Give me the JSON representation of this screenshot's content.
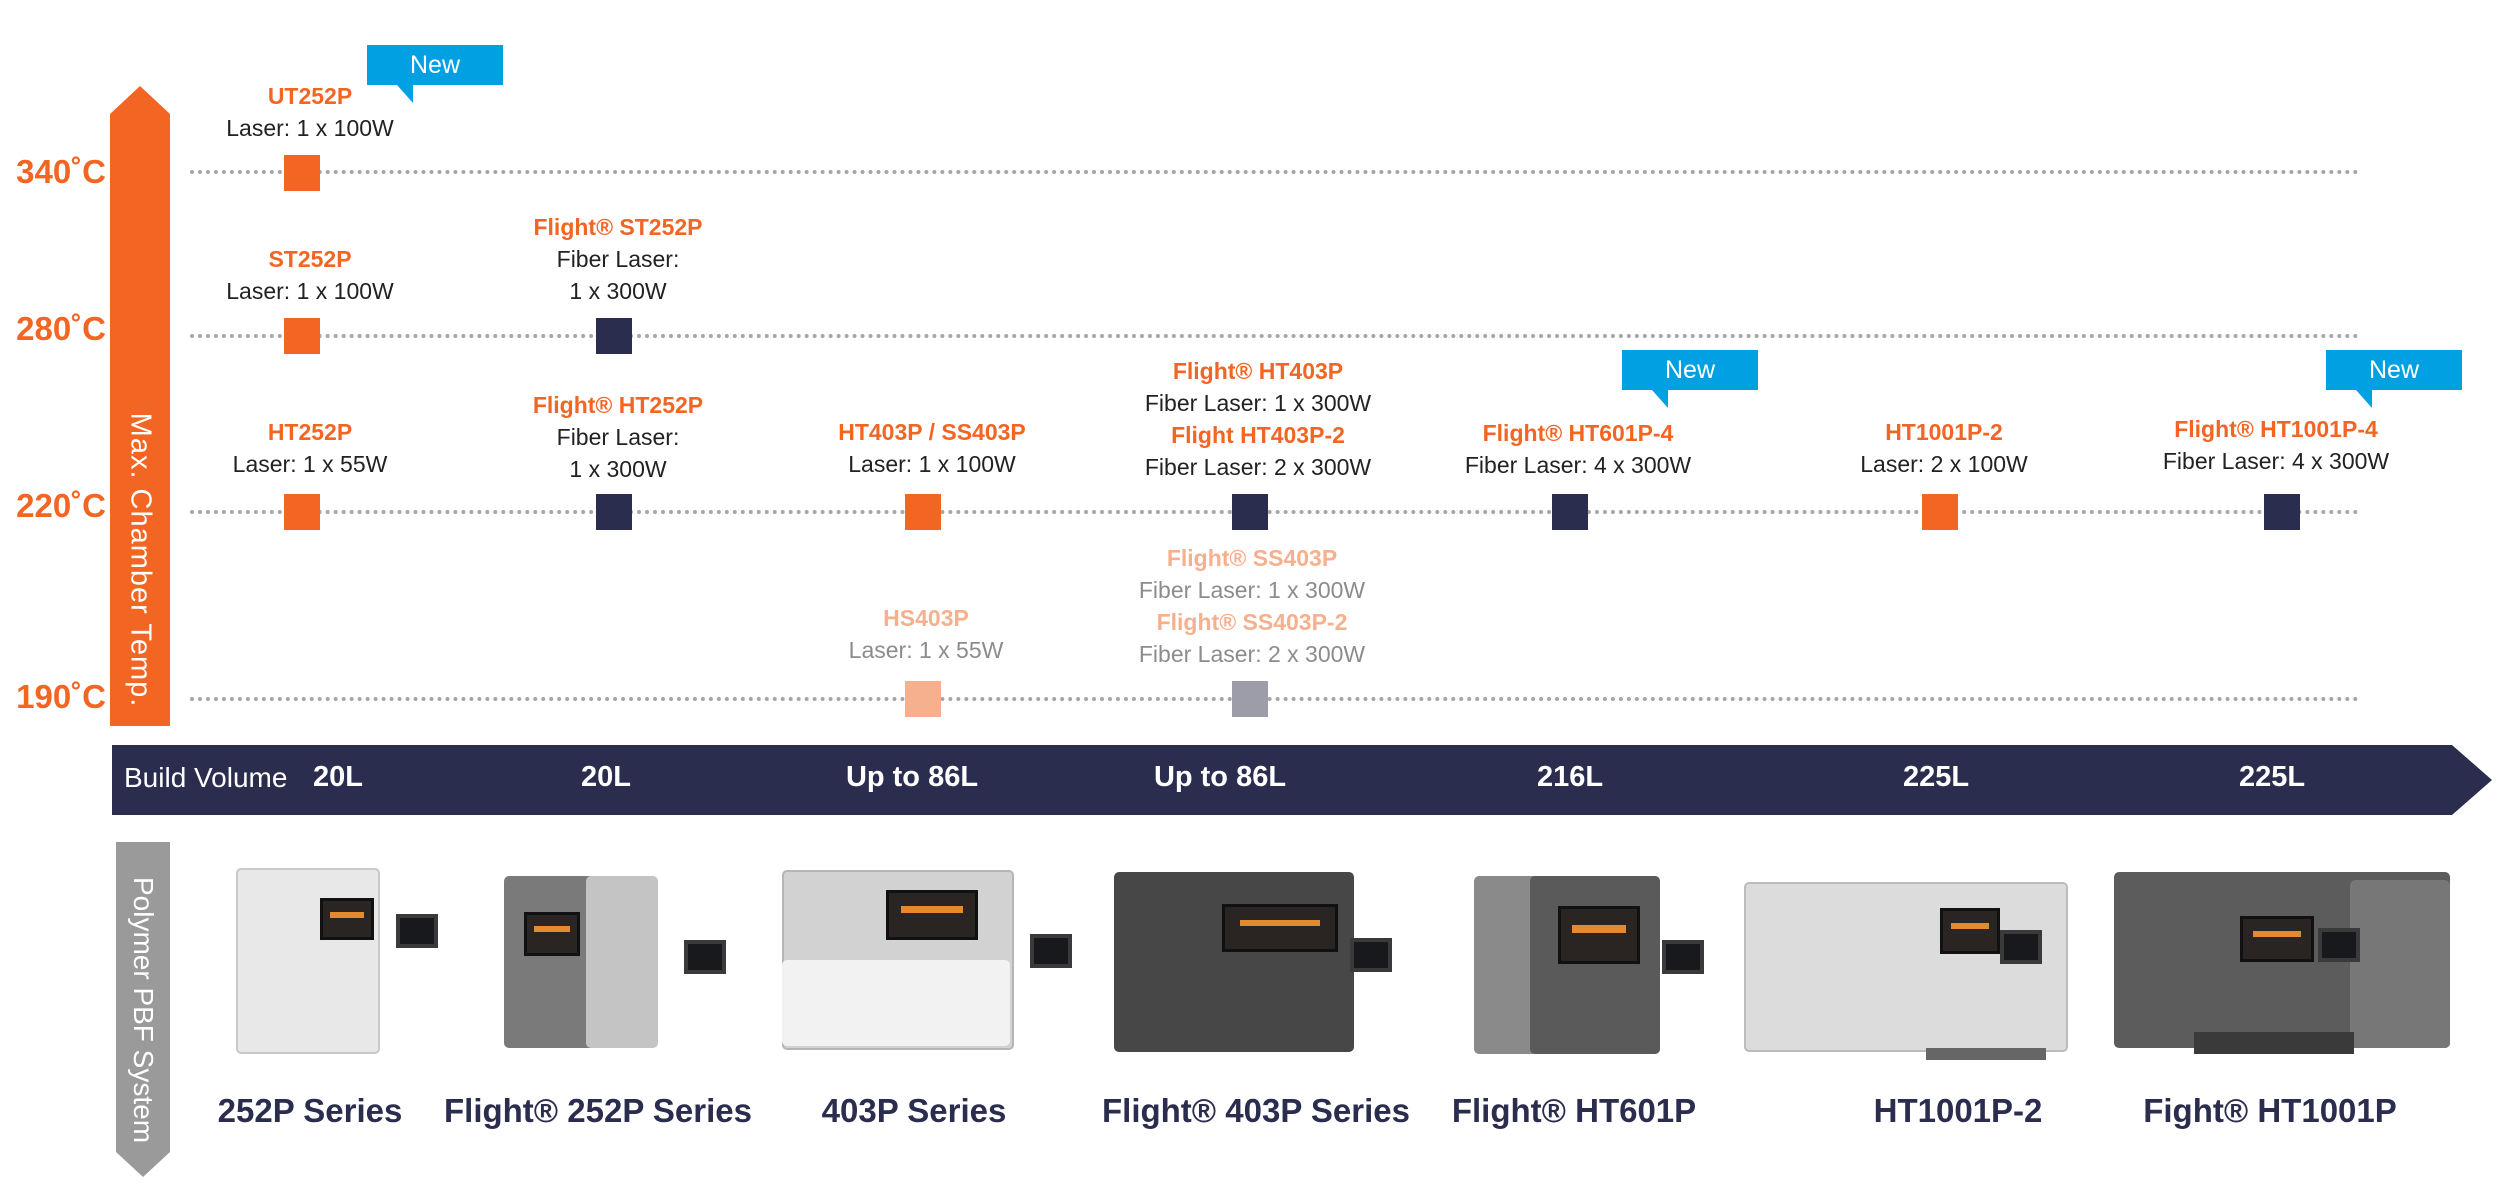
{
  "temperature_axis": {
    "label": "Max. Chamber Temp.",
    "levels": [
      {
        "label": "340˚C",
        "value": 340
      },
      {
        "label": "280˚C",
        "value": 280
      },
      {
        "label": "220˚C",
        "value": 220
      },
      {
        "label": "190˚C",
        "value": 190
      }
    ]
  },
  "badge_text": "New",
  "machines": [
    {
      "name": "UT252P",
      "spec": "Laser: 1 x 100W",
      "temp": 340,
      "marker": "orange",
      "new": true
    },
    {
      "name": "ST252P",
      "spec": "Laser: 1 x 100W",
      "temp": 280,
      "marker": "orange"
    },
    {
      "name": "Flight® ST252P",
      "spec": "Fiber Laser:",
      "spec2": "1 x 300W",
      "temp": 280,
      "marker": "navy"
    },
    {
      "name": "HT252P",
      "spec": "Laser: 1 x 55W",
      "temp": 220,
      "marker": "orange"
    },
    {
      "name": "Flight® HT252P",
      "spec": "Fiber Laser:",
      "spec2": "1 x 300W",
      "temp": 220,
      "marker": "navy"
    },
    {
      "name": "HT403P / SS403P",
      "spec": "Laser: 1 x 100W",
      "temp": 220,
      "marker": "orange"
    },
    {
      "name": "Flight® HT403P",
      "spec": "Fiber Laser: 1 x 300W",
      "name2": "Flight HT403P-2",
      "spec2": "Fiber Laser: 2 x 300W",
      "temp": 220,
      "marker": "navy"
    },
    {
      "name": "Flight® HT601P-4",
      "spec": "Fiber Laser: 4 x 300W",
      "temp": 220,
      "marker": "navy",
      "new": true
    },
    {
      "name": "HT1001P-2",
      "spec": "Laser: 2 x 100W",
      "temp": 220,
      "marker": "orange"
    },
    {
      "name": "Flight® HT1001P-4",
      "spec": "Fiber Laser: 4 x 300W",
      "temp": 220,
      "marker": "navy",
      "new": true
    },
    {
      "name": "HS403P",
      "spec": "Laser: 1 x 55W",
      "temp": 190,
      "marker": "light-orange"
    },
    {
      "name": "Flight® SS403P",
      "spec": "Fiber Laser: 1 x 300W",
      "name2": "Flight® SS403P-2",
      "spec2": "Fiber Laser: 2 x 300W",
      "temp": 190,
      "marker": "gray"
    }
  ],
  "build_volume": {
    "label": "Build Volume",
    "values": [
      "20L",
      "20L",
      "Up to 86L",
      "Up to 86L",
      "216L",
      "225L",
      "225L"
    ]
  },
  "system_label": "Polymer PBF System",
  "series": [
    "252P Series",
    "Flight® 252P Series",
    "403P Series",
    "Flight® 403P Series",
    "Flight® HT601P",
    "HT1001P-2",
    "Fight® HT1001P"
  ],
  "colors": {
    "orange": "#f26522",
    "navy": "#2b2d4e",
    "light_orange": "#f6b08e",
    "gray": "#9c9da8",
    "badge_blue": "#00a0e3",
    "system_gray": "#9a9a9a"
  }
}
